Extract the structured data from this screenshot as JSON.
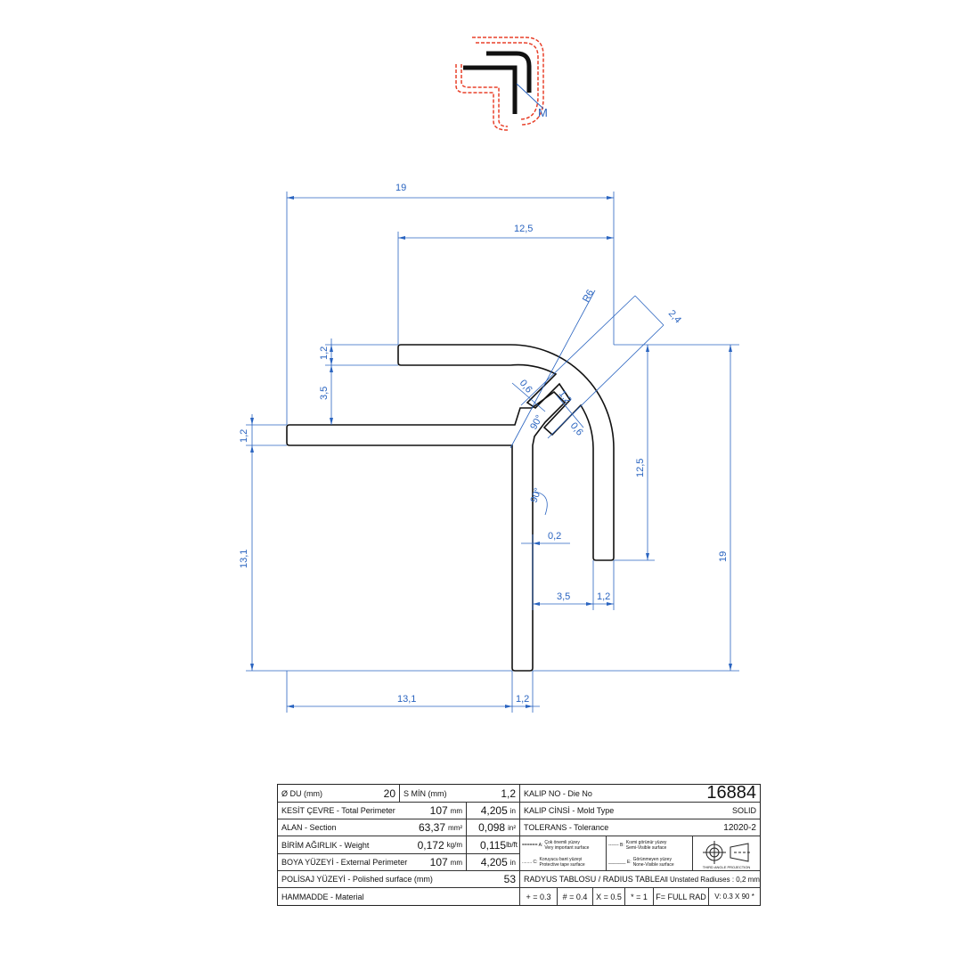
{
  "colors": {
    "profile": "#111111",
    "dimension": "#2a64c0",
    "tape": "#e8402a"
  },
  "icon": {
    "label": "M"
  },
  "dimensions": {
    "overall_width": "19",
    "top_leg": "12,5",
    "radius": "R6",
    "slot_width": "2,4",
    "top_thickness": "1,2",
    "top_gap": "3,5",
    "left_thickness": "1,2",
    "left_height": "13,1",
    "right_leg": "12,5",
    "overall_height": "19",
    "bottom_left": "13,1",
    "bottom_thickness": "1,2",
    "right_gap": "3,5",
    "right_thickness": "1,2",
    "clearance": "0,2",
    "angle_lower": "90°",
    "tab_a": "0,6",
    "tab_b": "1,2",
    "tab_c": "0,6",
    "angle_tab": "90°"
  },
  "table": {
    "du_label": "Ø DU (mm)",
    "du_value": "20",
    "smin_label": "S MİN (mm)",
    "smin_value": "1,2",
    "perimeter_label": "KESİT ÇEVRE - Total Perimeter",
    "perimeter_mm": "107",
    "perimeter_in": "4,205",
    "section_label": "ALAN  -  Section",
    "section_mm": "63,37",
    "section_in": "0,098",
    "weight_label": "BİRİM AĞIRLIK  -  Weight",
    "weight_kg": "0,172",
    "weight_lb": "0,115",
    "ext_label": "BOYA YÜZEYİ - External Perimeter",
    "ext_mm": "107",
    "ext_in": "4,205",
    "polish_label": "POLİSAJ YÜZEYİ - Polished surface (mm)",
    "polish_value": "53",
    "material_label": "HAMMADDE - Material",
    "units": {
      "mm": "mm",
      "in": "in",
      "mm2": "mm²",
      "in2": "in²",
      "kgm": "kg/m",
      "lbft": "lb/ft"
    },
    "die_label": "KALIP NO - Die No",
    "die_value": "16884",
    "mold_label": "KALIP CİNSİ - Mold Type",
    "mold_value": "SOLID",
    "tol_label": "TOLERANS - Tolerance",
    "tol_value": "12020-2",
    "legend": [
      {
        "key": "====== A:",
        "tr": "Çok önemli yüzey",
        "en": "Very important surface"
      },
      {
        "key": "------- B:",
        "tr": "Kısmi görünür yüzey",
        "en": "Semi-Visible surface"
      },
      {
        "key": "........ C:",
        "tr": "Koruyucu bant yüzeyi",
        "en": "Protective tape surface"
      },
      {
        "key": "_______ E:",
        "tr": "Görünmeyen yüzey",
        "en": "None-Visible surface"
      }
    ],
    "projection": "THIRD ANGLE PROJECTION",
    "radius_title": "RADYUS TABLOSU / RADIUS TABLE",
    "radius_note": "All Unstated Radiuses : 0,2 mm",
    "radius_cells": [
      "+ = 0.3",
      "# = 0.4",
      "X = 0.5",
      "* = 1",
      "F= FULL RAD",
      "V: 0.3 X 90 *"
    ]
  }
}
